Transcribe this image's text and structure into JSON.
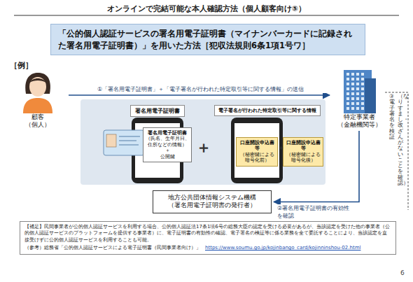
{
  "diagram": {
    "title": "オンラインで完結可能な本人確認方法（個人顧客向け⑤）",
    "nodes": [
      {
        "text": [
          "「公的個人認証サービスの署名用電子証明書（マイナンバーカードに記録された署名用電子証明書）」を用いた方法［犯収法規則6条1項1号ワ］"
        ]
      },
      {
        "text": [
          "顧客",
          "（個人）"
        ]
      },
      {
        "text": [
          "署名用電子証明書"
        ]
      },
      {
        "text": [
          "署名用電子証明書",
          "（氏名、生年月日、住所などの情報）",
          "＋",
          "公開鍵"
        ]
      },
      {
        "text": [
          "電子署名が行われた特定取引等に関する情報"
        ]
      },
      {
        "text": [
          "口座開設申込書等",
          "（秘密鍵による暗号化前）"
        ]
      },
      {
        "text": [
          "口座開設申込書等",
          "（秘密鍵による暗号化後）"
        ]
      },
      {
        "text": [
          "特定事業者",
          "（金融機関等）"
        ]
      },
      {
        "text": [
          "地方公共団体情報システム機構",
          "（署名用電子証明書の発行者）"
        ]
      },
      {
        "text": [
          "【補足】民間事業者が公的個人認証サービスを利用する場合、公的個人認証法17条1項6号の総務大臣の認定を受ける必要があるが、当該認定を受けた他の事業者（公的個人認証サービスのプラットフォームを提供する事業者）に、電子証明書の有効性の確認、電子署名の検証等に係る業務を全て委託することにより、当該認定を直接受けずに公的個人認証サービスを利用することも可能。",
          "（参考）総務省「公的個人認証サービスによる電子証明書（民間事業者向け）」",
          "https://www.soumu.go.jp/kojinbango_card/kojinninshou-02.html"
        ]
      }
    ],
    "edges": [
      {
        "from": 1,
        "to": 7,
        "label": "①「署名用電子証明書」＋「電子署名が行われた特定取引等に関する情報」の送信",
        "arrow": "to"
      },
      {
        "from": 7,
        "to": 8,
        "label": "②署名用電子証明書の有効性を確認",
        "arrow": "to"
      }
    ],
    "labels": [
      "［例］",
      "＋",
      "＋",
      "③電子署名を検証",
      "（なりすまし・改ざんがないことを確認）",
      "6"
    ]
  }
}
